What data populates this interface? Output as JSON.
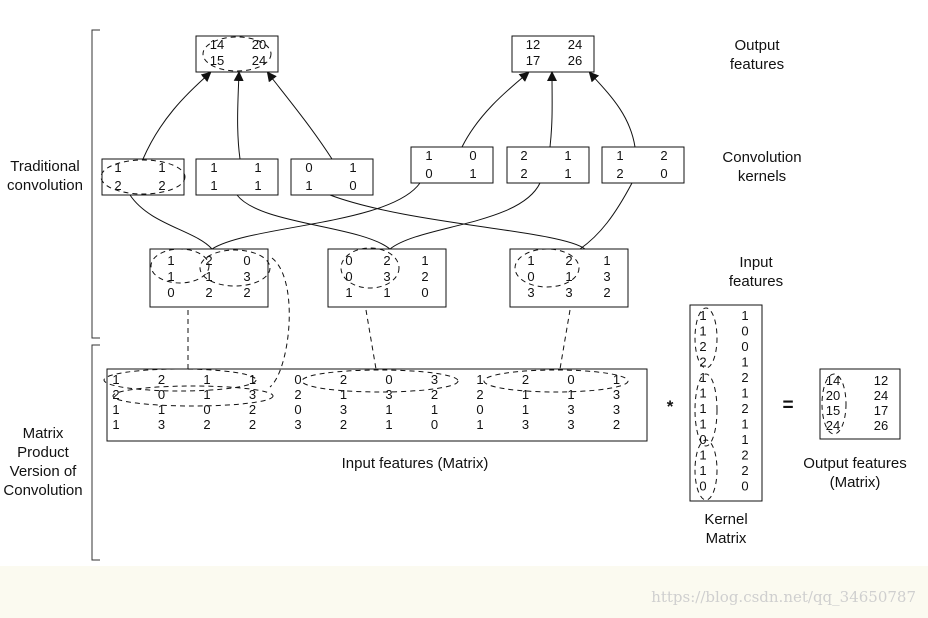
{
  "labels": {
    "output_features": "Output\nfeatures",
    "convolution_kernels": "Convolution\nkernels",
    "input_features": "Input\nfeatures",
    "traditional_convolution": "Traditional\nconvolution",
    "matrix_product": "Matrix\nProduct\nVersion of\nConvolution",
    "input_features_matrix": "Input features (Matrix)",
    "kernel_matrix": "Kernel\nMatrix",
    "output_features_matrix": "Output features\n(Matrix)",
    "multiply": "*",
    "equals": "="
  },
  "output_features": [
    [
      [
        "14",
        "20"
      ],
      [
        "15",
        "24"
      ]
    ],
    [
      [
        "12",
        "24"
      ],
      [
        "17",
        "26"
      ]
    ]
  ],
  "kernels": [
    [
      [
        "1",
        "1"
      ],
      [
        "2",
        "2"
      ]
    ],
    [
      [
        "1",
        "1"
      ],
      [
        "1",
        "1"
      ]
    ],
    [
      [
        "0",
        "1"
      ],
      [
        "1",
        "0"
      ]
    ],
    [
      [
        "1",
        "0"
      ],
      [
        "0",
        "1"
      ]
    ],
    [
      [
        "2",
        "1"
      ],
      [
        "2",
        "1"
      ]
    ],
    [
      [
        "1",
        "2"
      ],
      [
        "2",
        "0"
      ]
    ]
  ],
  "input_features": [
    [
      [
        "1",
        "2",
        "0"
      ],
      [
        "1",
        "1",
        "3"
      ],
      [
        "0",
        "2",
        "2"
      ]
    ],
    [
      [
        "0",
        "2",
        "1"
      ],
      [
        "0",
        "3",
        "2"
      ],
      [
        "1",
        "1",
        "0"
      ]
    ],
    [
      [
        "1",
        "2",
        "1"
      ],
      [
        "0",
        "1",
        "3"
      ],
      [
        "3",
        "3",
        "2"
      ]
    ]
  ],
  "input_matrix": [
    [
      "1",
      "2",
      "1",
      "1",
      "0",
      "2",
      "0",
      "3",
      "1",
      "2",
      "0",
      "1"
    ],
    [
      "2",
      "0",
      "1",
      "3",
      "2",
      "1",
      "3",
      "2",
      "2",
      "1",
      "1",
      "3"
    ],
    [
      "1",
      "1",
      "0",
      "2",
      "0",
      "3",
      "1",
      "1",
      "0",
      "1",
      "3",
      "3"
    ],
    [
      "1",
      "3",
      "2",
      "2",
      "3",
      "2",
      "1",
      "0",
      "1",
      "3",
      "3",
      "2"
    ]
  ],
  "kernel_matrix": [
    [
      "1",
      "1"
    ],
    [
      "1",
      "0"
    ],
    [
      "2",
      "0"
    ],
    [
      "2",
      "1"
    ],
    [
      "1",
      "2"
    ],
    [
      "1",
      "1"
    ],
    [
      "1",
      "2"
    ],
    [
      "1",
      "1"
    ],
    [
      "0",
      "1"
    ],
    [
      "1",
      "2"
    ],
    [
      "1",
      "2"
    ],
    [
      "0",
      "0"
    ]
  ],
  "output_matrix": [
    [
      "14",
      "12"
    ],
    [
      "20",
      "24"
    ],
    [
      "15",
      "17"
    ],
    [
      "24",
      "26"
    ]
  ],
  "watermark": "https://blog.csdn.net/qq_34650787"
}
